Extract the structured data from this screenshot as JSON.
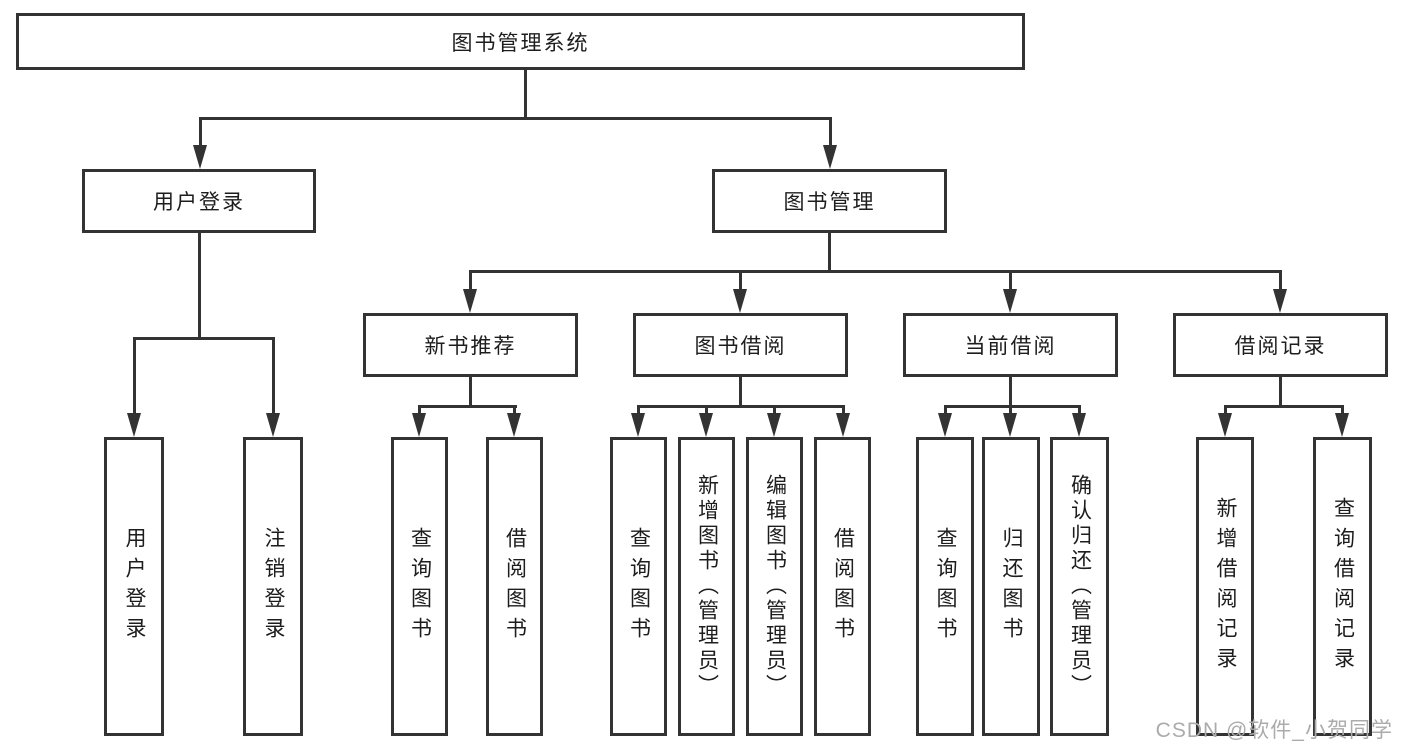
{
  "diagram": {
    "root": {
      "label": "图书管理系统"
    },
    "branches": [
      {
        "label": "用户登录",
        "children": [
          {
            "label": "用户登录"
          },
          {
            "label": "注销登录"
          }
        ]
      },
      {
        "label": "图书管理",
        "children": [
          {
            "label": "新书推荐",
            "children": [
              {
                "label": "查询图书"
              },
              {
                "label": "借阅图书"
              }
            ]
          },
          {
            "label": "图书借阅",
            "children": [
              {
                "label": "查询图书"
              },
              {
                "label": "新增图书（管理员）"
              },
              {
                "label": "编辑图书（管理员）"
              },
              {
                "label": "借阅图书"
              }
            ]
          },
          {
            "label": "当前借阅",
            "children": [
              {
                "label": "查询图书"
              },
              {
                "label": "归还图书"
              },
              {
                "label": "确认归还（管理员）"
              }
            ]
          },
          {
            "label": "借阅记录",
            "children": [
              {
                "label": "新增借阅记录"
              },
              {
                "label": "查询借阅记录"
              }
            ]
          }
        ]
      }
    ]
  },
  "watermark": {
    "text": "CSDN @软件_小贺同学"
  },
  "colors": {
    "line": "#333333",
    "text": "#1d1d1d",
    "background": "#ffffff",
    "watermark": "#ababab"
  }
}
